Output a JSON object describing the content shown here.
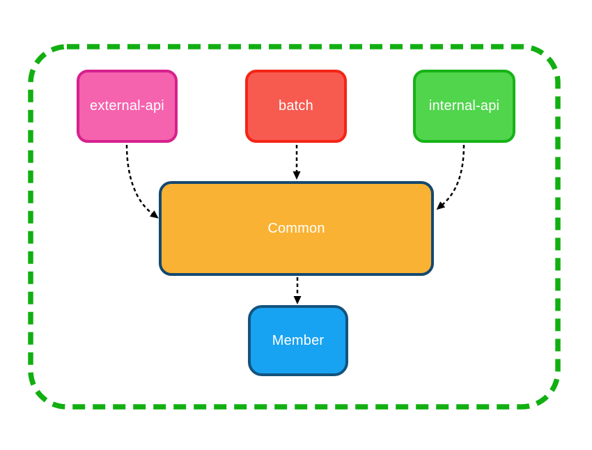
{
  "boundary": {
    "color": "#11af11"
  },
  "nodes": {
    "external_api": {
      "label": "external-api",
      "fill": "#f562ad",
      "border": "#d6218e",
      "text": "#ffffff"
    },
    "batch": {
      "label": "batch",
      "fill": "#f75b50",
      "border": "#f32516",
      "text": "#ffffff"
    },
    "internal_api": {
      "label": "internal-api",
      "fill": "#50d54c",
      "border": "#16b316",
      "text": "#ffffff"
    },
    "common": {
      "label": "Common",
      "fill": "#f9b233",
      "border": "#15486f",
      "text": "#ffffff"
    },
    "member": {
      "label": "Member",
      "fill": "#18a2f2",
      "border": "#14537d",
      "text": "#ffffff"
    }
  },
  "edges": {
    "color": "#000000",
    "items": [
      {
        "from": "external-api",
        "to": "Common"
      },
      {
        "from": "batch",
        "to": "Common"
      },
      {
        "from": "internal-api",
        "to": "Common"
      },
      {
        "from": "Common",
        "to": "Member"
      }
    ]
  }
}
